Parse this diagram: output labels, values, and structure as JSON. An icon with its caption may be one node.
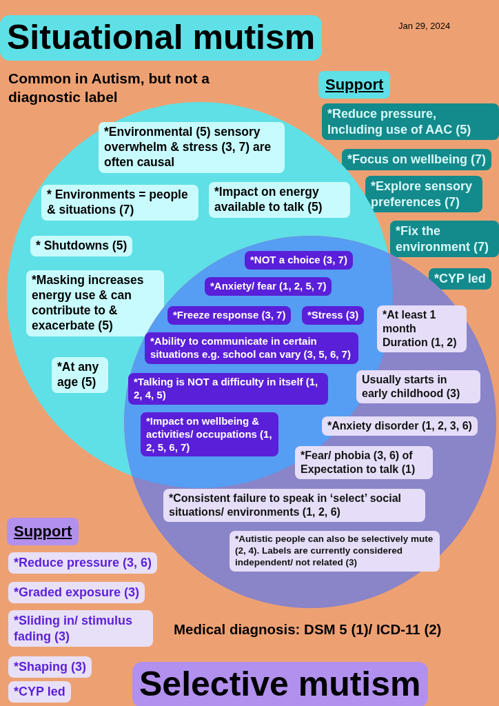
{
  "diagram": {
    "nodes": [
      {
        "text": [
          "Situational mutism"
        ]
      },
      {
        "text": [
          "Support"
        ]
      },
      {
        "text": [
          "*Reduce pressure, Including use of AAC (5)"
        ]
      },
      {
        "text": [
          "*Focus on wellbeing (7)"
        ]
      },
      {
        "text": [
          "*Explore sensory preferences (7)"
        ]
      },
      {
        "text": [
          "*Fix the environment (7)"
        ]
      },
      {
        "text": [
          "*CYP led"
        ]
      },
      {
        "text": [],
        "shape": "circle"
      },
      {
        "text": [
          "*Environmental (5) sensory overwhelm & stress (3, 7) are often causal"
        ],
        "in": 7
      },
      {
        "text": [
          "* Environments = people & situations (7)"
        ],
        "in": 7
      },
      {
        "text": [
          "*Impact on energy available to talk (5)"
        ],
        "in": 7
      },
      {
        "text": [
          "* Shutdowns (5)"
        ],
        "in": 7
      },
      {
        "text": [
          "*Masking increases energy use & can contribute to & exacerbate (5)"
        ],
        "in": 7
      },
      {
        "text": [
          "*At any age (5)"
        ],
        "in": 7
      },
      {
        "text": [],
        "shape": "circle"
      },
      {
        "text": [
          "*NOT a choice (3, 7)"
        ]
      },
      {
        "text": [
          "*Anxiety/ fear (1, 2, 5, 7)"
        ]
      },
      {
        "text": [
          "*Freeze response (3, 7)"
        ]
      },
      {
        "text": [
          "*Stress (3)"
        ]
      },
      {
        "text": [
          "*Ability to communicate in certain situations e.g. school can vary (3, 5, 6, 7)"
        ]
      },
      {
        "text": [
          "*Talking is NOT a difficulty in itself (1, 2, 4, 5)"
        ]
      },
      {
        "text": [
          "*Impact on wellbeing & activities/ occupations (1, 2, 5, 6, 7)"
        ]
      },
      {
        "text": [
          "*At least 1 month Duration (1, 2)"
        ],
        "in": 14
      },
      {
        "text": [
          "Usually starts in early childhood (3)"
        ],
        "in": 14
      },
      {
        "text": [
          "*Anxiety disorder (1, 2, 3, 6)"
        ],
        "in": 14
      },
      {
        "text": [
          "*Fear/ phobia (3, 6) of Expectation to talk (1)"
        ],
        "in": 14
      },
      {
        "text": [
          "*Consistent failure to speak in ‘select’ social situations/ environments (1, 2, 6)"
        ],
        "in": 14
      },
      {
        "text": [
          "*Autistic people can also be selectively mute (2, 4). Labels are currently considered independent/ not related (3)"
        ],
        "in": 14
      },
      {
        "text": [
          "Support"
        ]
      },
      {
        "text": [
          "*Reduce pressure (3, 6)"
        ]
      },
      {
        "text": [
          "*Graded exposure (3)"
        ]
      },
      {
        "text": [
          "*Sliding in/ stimulus fading (3)"
        ]
      },
      {
        "text": [
          "*Shaping (3)"
        ]
      },
      {
        "text": [
          "*CYP led"
        ]
      },
      {
        "text": [
          "Selective mutism"
        ]
      }
    ],
    "labels": [
      "Jan 29, 2024",
      "Common in Autism, but not a diagnostic label",
      "Medical diagnosis: DSM 5 (1)/ ICD-11 (2)"
    ]
  }
}
